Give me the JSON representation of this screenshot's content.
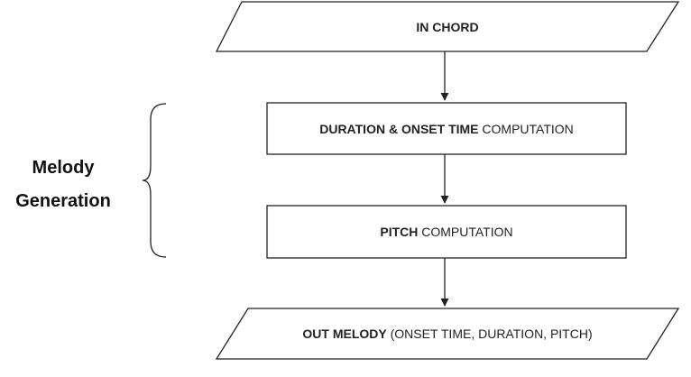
{
  "nodes": {
    "input": {
      "bold": "IN CHORD",
      "normal": ""
    },
    "duration": {
      "bold": "DURATION & ONSET TIME",
      "normal": " COMPUTATION"
    },
    "pitch": {
      "bold": "PITCH",
      "normal": " COMPUTATION"
    },
    "output": {
      "bold": "OUT MELODY",
      "normal": " (ONSET TIME, DURATION, PITCH)"
    }
  },
  "group": {
    "line1": "Melody",
    "line2": "Generation"
  },
  "colors": {
    "stroke": "#222222",
    "text": "#222222"
  }
}
